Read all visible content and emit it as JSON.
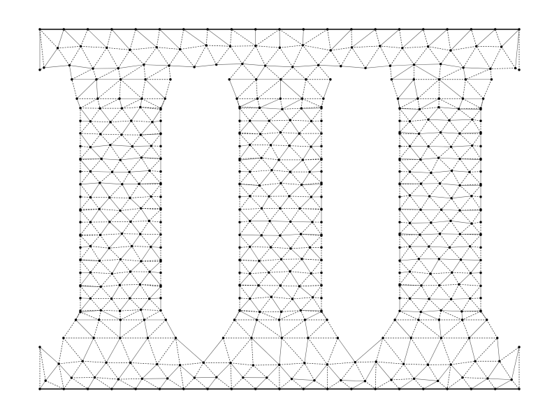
{
  "diagram": {
    "kind": "triangulated-mesh",
    "shape": "three-column-frame",
    "columns": 3,
    "top_band": true,
    "bottom_band": true,
    "node_color": "#000000",
    "solid_edge_color": "#555555",
    "dashed_edge_color": "#222222",
    "boundary_color": "#000000",
    "background_color": "#ffffff"
  }
}
